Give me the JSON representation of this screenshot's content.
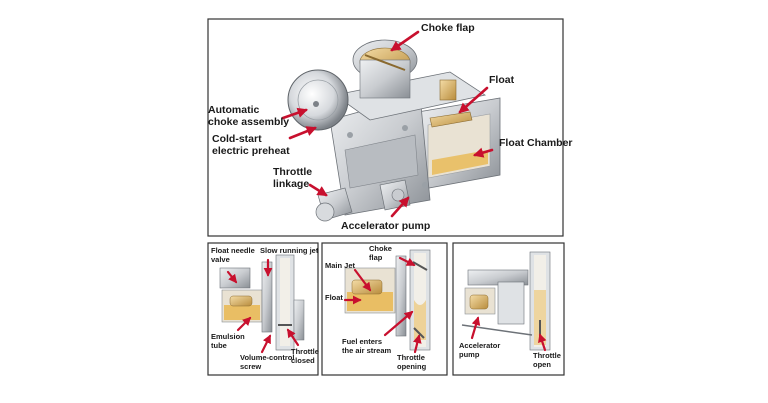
{
  "colors": {
    "frame": "#333333",
    "arrow": "#c8102e",
    "metal": "#c9ccd0",
    "metal_dark": "#7d8288",
    "brass": "#d9b36b",
    "fuel": "#e8b548"
  },
  "main_panel": {
    "labels": {
      "choke_flap": "Choke flap",
      "float": "Float",
      "automatic_choke": "Automatic\nchoke assembly",
      "cold_start": "Cold-start\nelectric preheat",
      "float_chamber": "Float Chamber",
      "throttle_linkage": "Throttle\nlinkage",
      "accelerator_pump": "Accelerator pump"
    }
  },
  "panel_a": {
    "labels": {
      "float_needle_valve": "Float needle\nvalve",
      "slow_running_jet": "Slow running jet",
      "emulsion_tube": "Emulsion\ntube",
      "volume_control_screw": "Volume-control\nscrew",
      "throttle_closed": "Throttle\nclosed"
    }
  },
  "panel_b": {
    "labels": {
      "choke_flap": "Choke\nflap",
      "main_jet": "Main Jet",
      "float": "Float",
      "fuel_enters": "Fuel enters\nthe air stream",
      "throttle_opening": "Throttle\nopening"
    }
  },
  "panel_c": {
    "labels": {
      "accelerator_pump": "Accelerator\npump",
      "throttle_open": "Throttle\nopen"
    }
  }
}
